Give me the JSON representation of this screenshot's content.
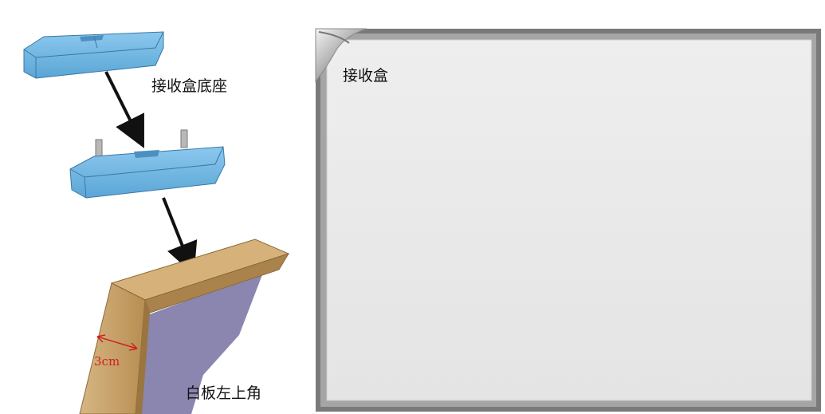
{
  "labels": {
    "receiver_base": "接收盒底座",
    "whiteboard_corner": "白板左上角",
    "receiver": "接收盒",
    "dimension": "3cm"
  },
  "colors": {
    "receiver_blue": "#5aa6d6",
    "frame_wood": "#c9a56a",
    "board_surface": "#8a86b0",
    "board_panel": "#e9e9e9",
    "board_frame": "#8c8c8c",
    "dimension_red": "#d02020"
  }
}
